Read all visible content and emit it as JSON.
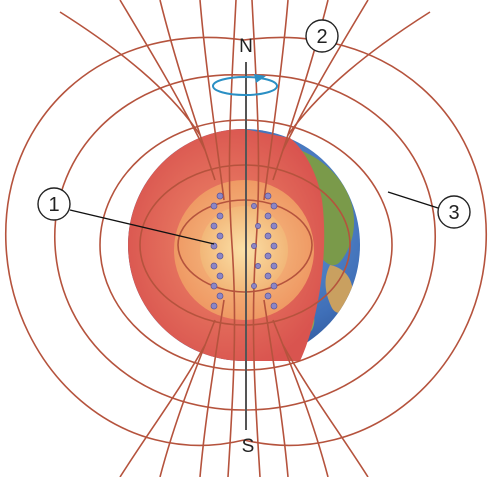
{
  "diagram": {
    "pole_north": "N",
    "pole_south": "S",
    "callouts": [
      "1",
      "2",
      "3"
    ],
    "colors": {
      "field_line": "#b5533d",
      "crust": "#e0605a",
      "mantle_outer": "#f0a06a",
      "core": "#f5c283",
      "ocean": "#3f6fb8",
      "land": "#7a9a4a",
      "rotation_arrow": "#2a8fc4"
    },
    "icons": [
      "rotation-arrow-icon",
      "electron-current-icon"
    ]
  }
}
